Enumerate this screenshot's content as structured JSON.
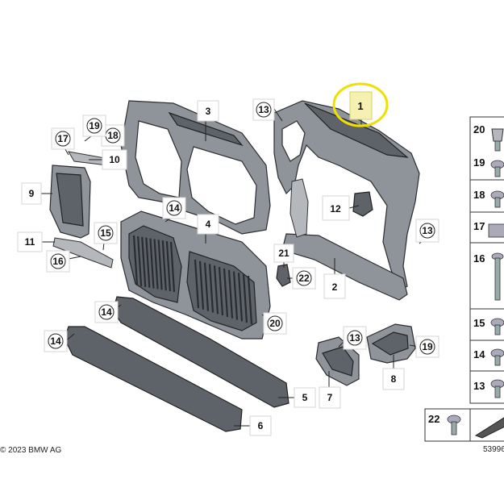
{
  "callouts": {
    "c1": "1",
    "c2": "2",
    "c3": "3",
    "c4": "4",
    "c5": "5",
    "c6": "6",
    "c7": "7",
    "c8": "8",
    "c9": "9",
    "c10": "10",
    "c11": "11",
    "c12": "12",
    "c13a": "13",
    "c13b": "13",
    "c13c": "13",
    "c14a": "14",
    "c14b": "14",
    "c14c": "14",
    "c15": "15",
    "c16": "16",
    "c17": "17",
    "c18": "18",
    "c19a": "19",
    "c19b": "19",
    "c20": "20",
    "c21": "21",
    "c22": "22"
  },
  "hardware": [
    "20",
    "19",
    "18",
    "17",
    "16",
    "15",
    "14",
    "13"
  ],
  "hardware_bottom": "22",
  "copyright": "© 2023 BMW AG",
  "diagram_id": "53996",
  "colors": {
    "highlight_ring": "#f0e000",
    "highlight_box": "#f6f1b0"
  }
}
